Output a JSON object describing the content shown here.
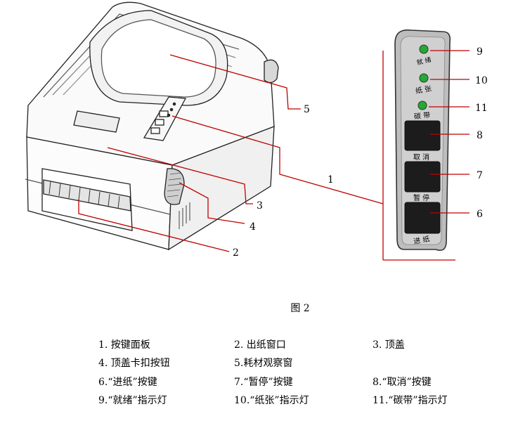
{
  "figure": {
    "caption": "图 2",
    "callout_numbers": {
      "n1": "1",
      "n2": "2",
      "n3": "3",
      "n4": "4",
      "n5": "5",
      "n6": "6",
      "n7": "7",
      "n8": "8",
      "n9": "9",
      "n10": "10",
      "n11": "11"
    },
    "panel_labels": {
      "ready": "就 绪",
      "paper": "纸 张",
      "ribbon": "碳 带",
      "cancel": "取 消",
      "pause": "暂 停",
      "feed": "进 纸"
    },
    "indicator_color": "#22aa33"
  },
  "legend": {
    "row1": [
      "1. 按键面板",
      "2. 出纸窗口",
      "3. 顶盖"
    ],
    "row2": [
      "4. 顶盖卡扣按钮",
      "5.耗材观察窗"
    ],
    "row3": [
      "6.“进纸”按键",
      "7.“暂停”按键",
      "8.“取消”按键"
    ],
    "row4": [
      "9.“就绪”指示灯",
      "10.“纸张”指示灯",
      "11.“碳带”指示灯"
    ]
  }
}
